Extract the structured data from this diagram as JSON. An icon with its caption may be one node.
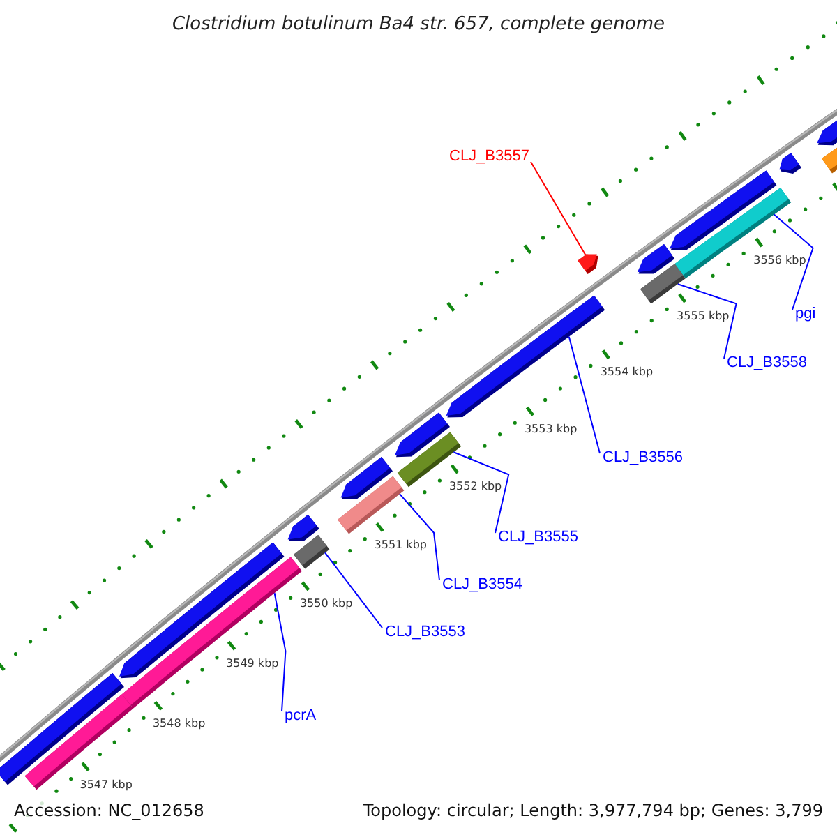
{
  "diagram": {
    "title": "Clostridium botulinum Ba4 str. 657, complete genome",
    "nodes": [
      {
        "text": [
          "CLJ_B3557"
        ]
      },
      {
        "text": [],
        "shape": "pentagon"
      },
      {
        "text": [],
        "shape": "pentagon"
      },
      {
        "text": [],
        "shape": "bar"
      },
      {
        "text": [],
        "shape": "pentagon"
      },
      {
        "text": [],
        "shape": "pentagon"
      },
      {
        "text": [],
        "shape": "bar"
      },
      {
        "text": [],
        "shape": "pentagon"
      },
      {
        "text": [],
        "shape": "bar"
      },
      {
        "text": [
          "pgi"
        ]
      },
      {
        "text": [
          "CLJ_B3558"
        ]
      },
      {
        "text": [],
        "shape": "pentagon"
      },
      {
        "text": [
          "CLJ_B3556"
        ]
      },
      {
        "text": [],
        "shape": "bar"
      },
      {
        "text": [],
        "shape": "pentagon"
      },
      {
        "text": [
          "CLJ_B3555"
        ]
      },
      {
        "text": [],
        "shape": "bar"
      },
      {
        "text": [],
        "shape": "pentagon"
      },
      {
        "text": [
          "CLJ_B3554"
        ]
      },
      {
        "text": [],
        "shape": "pentagon"
      },
      {
        "text": [],
        "shape": "bar"
      },
      {
        "text": [
          "CLJ_B3553"
        ]
      },
      {
        "text": [],
        "shape": "pentagon"
      },
      {
        "text": [],
        "shape": "bar"
      },
      {
        "text": [
          "pcrA"
        ]
      },
      {
        "text": [],
        "shape": "bar"
      },
      {
        "text": [],
        "shape": "bar"
      }
    ],
    "edges": [
      {
        "from": 0,
        "to": 1,
        "arrow": "none",
        "color": "#ff0000"
      },
      {
        "from": 9,
        "to": 6,
        "arrow": "none"
      },
      {
        "from": 10,
        "to": 8,
        "arrow": "none"
      },
      {
        "from": 12,
        "to": 11,
        "arrow": "none"
      },
      {
        "from": 15,
        "to": 13,
        "arrow": "none"
      },
      {
        "from": 18,
        "to": 16,
        "arrow": "none"
      },
      {
        "from": 21,
        "to": 20,
        "arrow": "none"
      },
      {
        "from": 24,
        "to": 23,
        "arrow": "none"
      }
    ],
    "labels": [
      "3556 kbp",
      "3555 kbp",
      "3554 kbp",
      "3553 kbp",
      "3552 kbp",
      "3551 kbp",
      "3550 kbp",
      "3549 kbp",
      "3548 kbp",
      "3547 kbp",
      "Accession: NC_012658",
      "Topology: circular; Length: 3,977,794 bp; Genes: 3,799"
    ]
  }
}
